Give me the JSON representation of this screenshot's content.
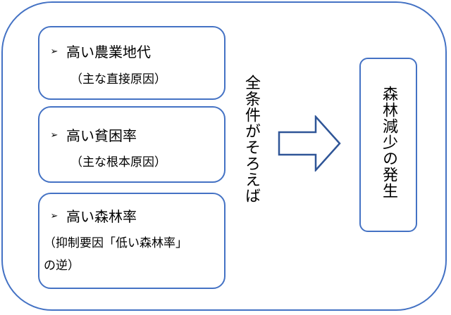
{
  "conditions": [
    {
      "title": "高い農業地代",
      "note": "（主な直接原因）"
    },
    {
      "title": "高い貧困率",
      "note": "（主な根本原因）"
    },
    {
      "title": "高い森林率",
      "note": "（抑制要因「低い森林率」",
      "note2": "の逆）"
    }
  ],
  "bullet_icon": "arrowhead-bullet-icon",
  "connector_label": "全条件がそろえば",
  "result": "森林減少の発生",
  "colors": {
    "frame": "#4472C4",
    "arrow_fill": "#ffffff",
    "arrow_stroke": "#2F5597"
  }
}
